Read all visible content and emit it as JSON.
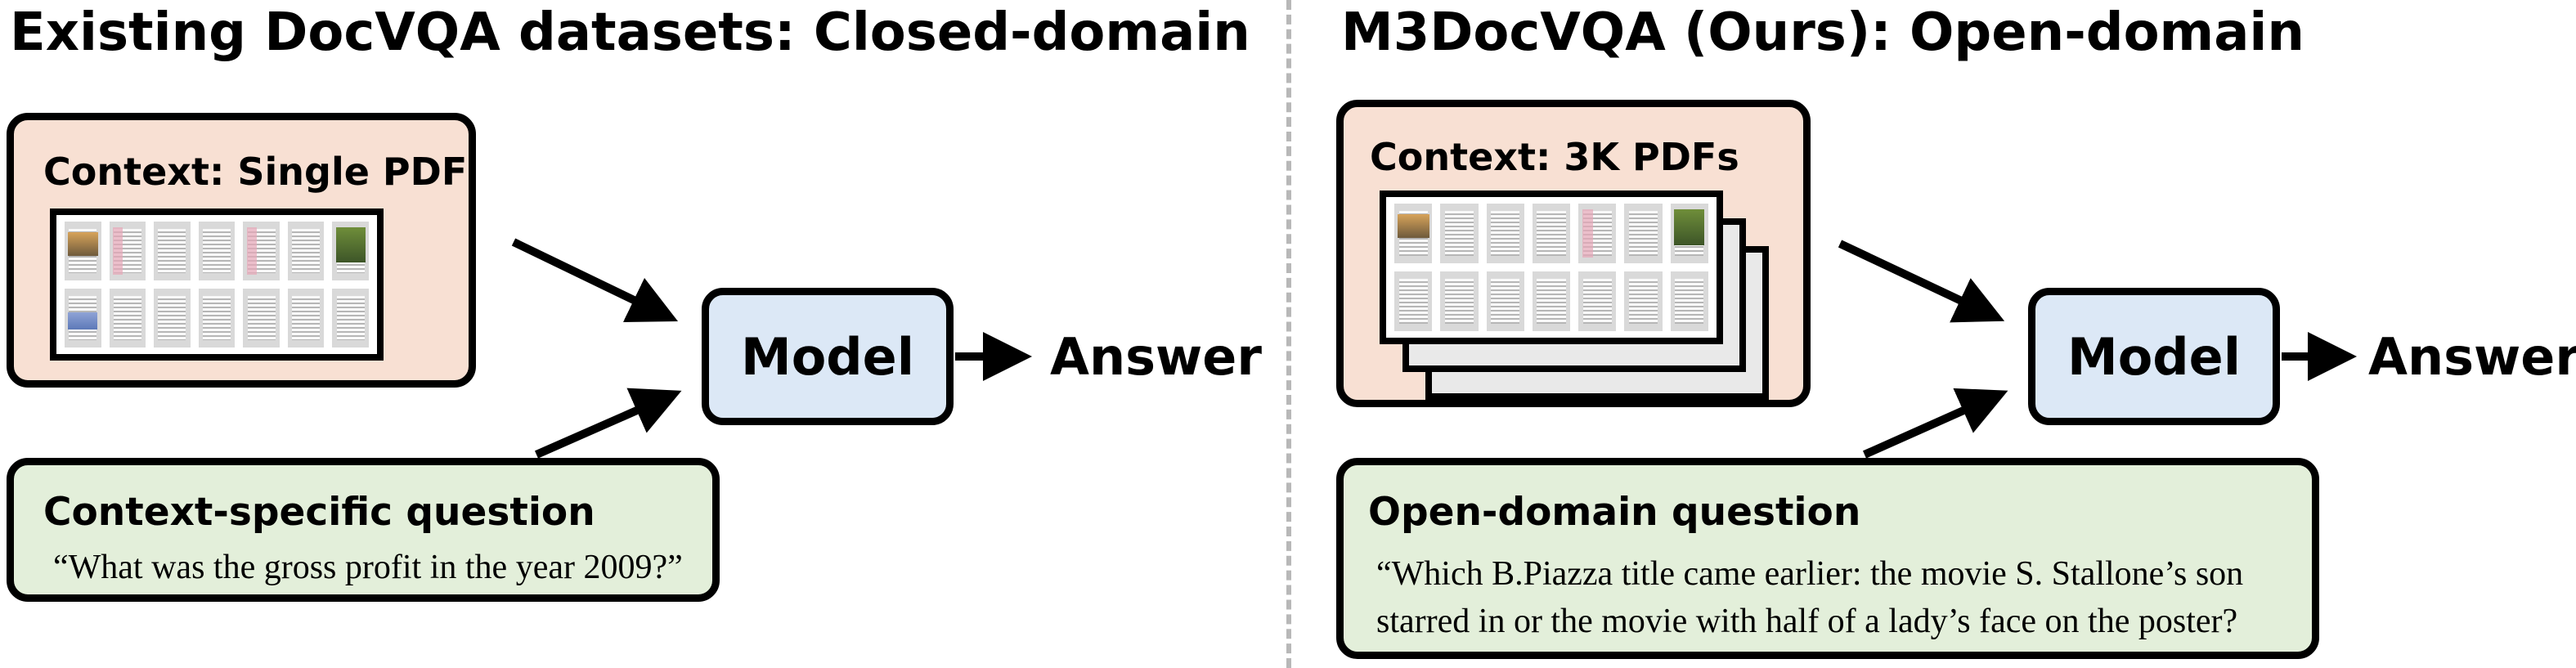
{
  "left_panel": {
    "title": "Existing DocVQA datasets: Closed-domain",
    "context_label": "Context: Single PDF",
    "model_label": "Model",
    "answer_label": "Answer",
    "question_title": "Context-specific question",
    "question_text": "“What was the gross profit in the year 2009?”"
  },
  "right_panel": {
    "title": "M3DocVQA (Ours): Open-domain",
    "context_label": "Context: 3K PDFs",
    "model_label": "Model",
    "answer_label": "Answer",
    "question_title": "Open-domain question",
    "question_line1": "“Which B.Piazza title came earlier: the movie S. Stallone’s son",
    "question_line2": "starred in or the movie with half of a lady’s face on the poster?"
  },
  "colors": {
    "context_fill": "#f8e0d3",
    "model_fill": "#dce8f6",
    "question_fill": "#e3efda",
    "divider": "#b8b8b8"
  }
}
